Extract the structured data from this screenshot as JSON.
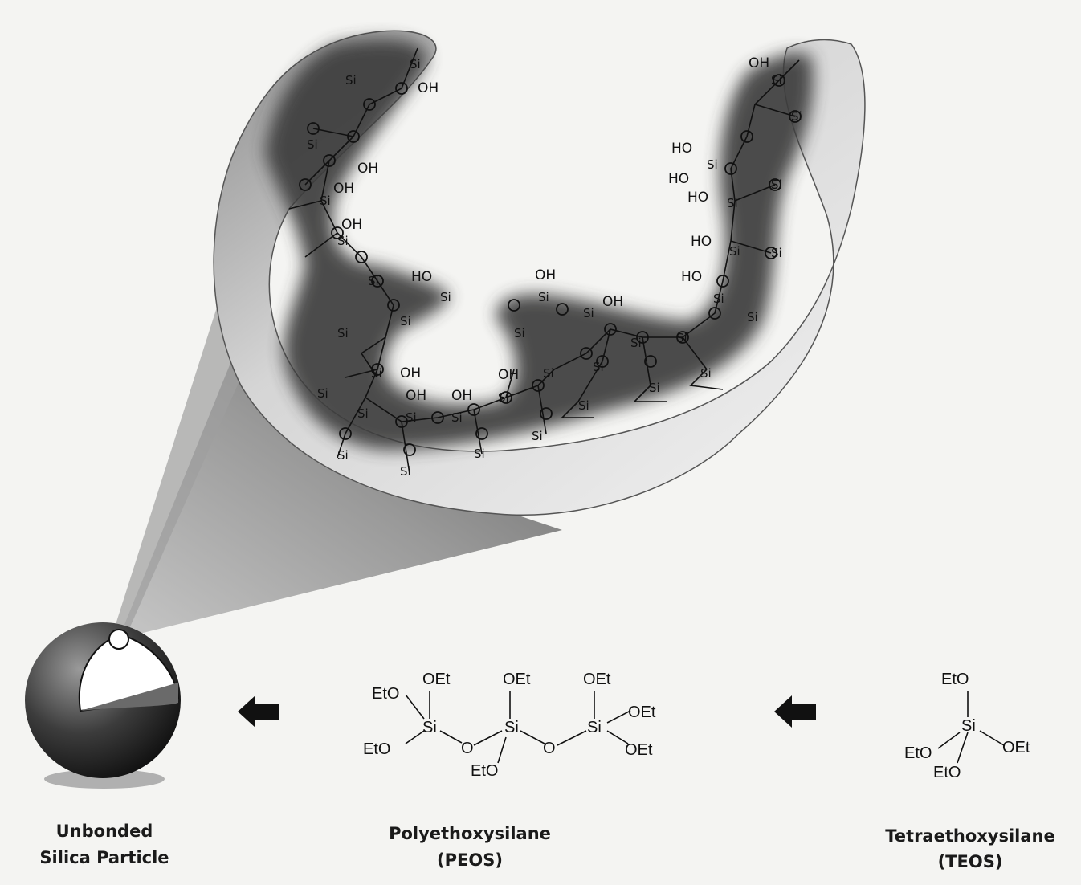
{
  "labels": {
    "particle": [
      "Unbonded",
      "Silica Particle"
    ],
    "peos": [
      "Polyethoxysilane",
      "(PEOS)"
    ],
    "teos": [
      "Tetraethoxysilane",
      "(TEOS)"
    ]
  },
  "chem": {
    "si": "Si",
    "o": "O",
    "oh": "OH",
    "ho": "HO",
    "oet": "OEt",
    "eto": "EtO"
  },
  "colors": {
    "background": "#f4f4f2",
    "dark_band": "#4a4a4a",
    "outer_shape": "#d8d8d8",
    "sphere": "#3a3a3a"
  }
}
